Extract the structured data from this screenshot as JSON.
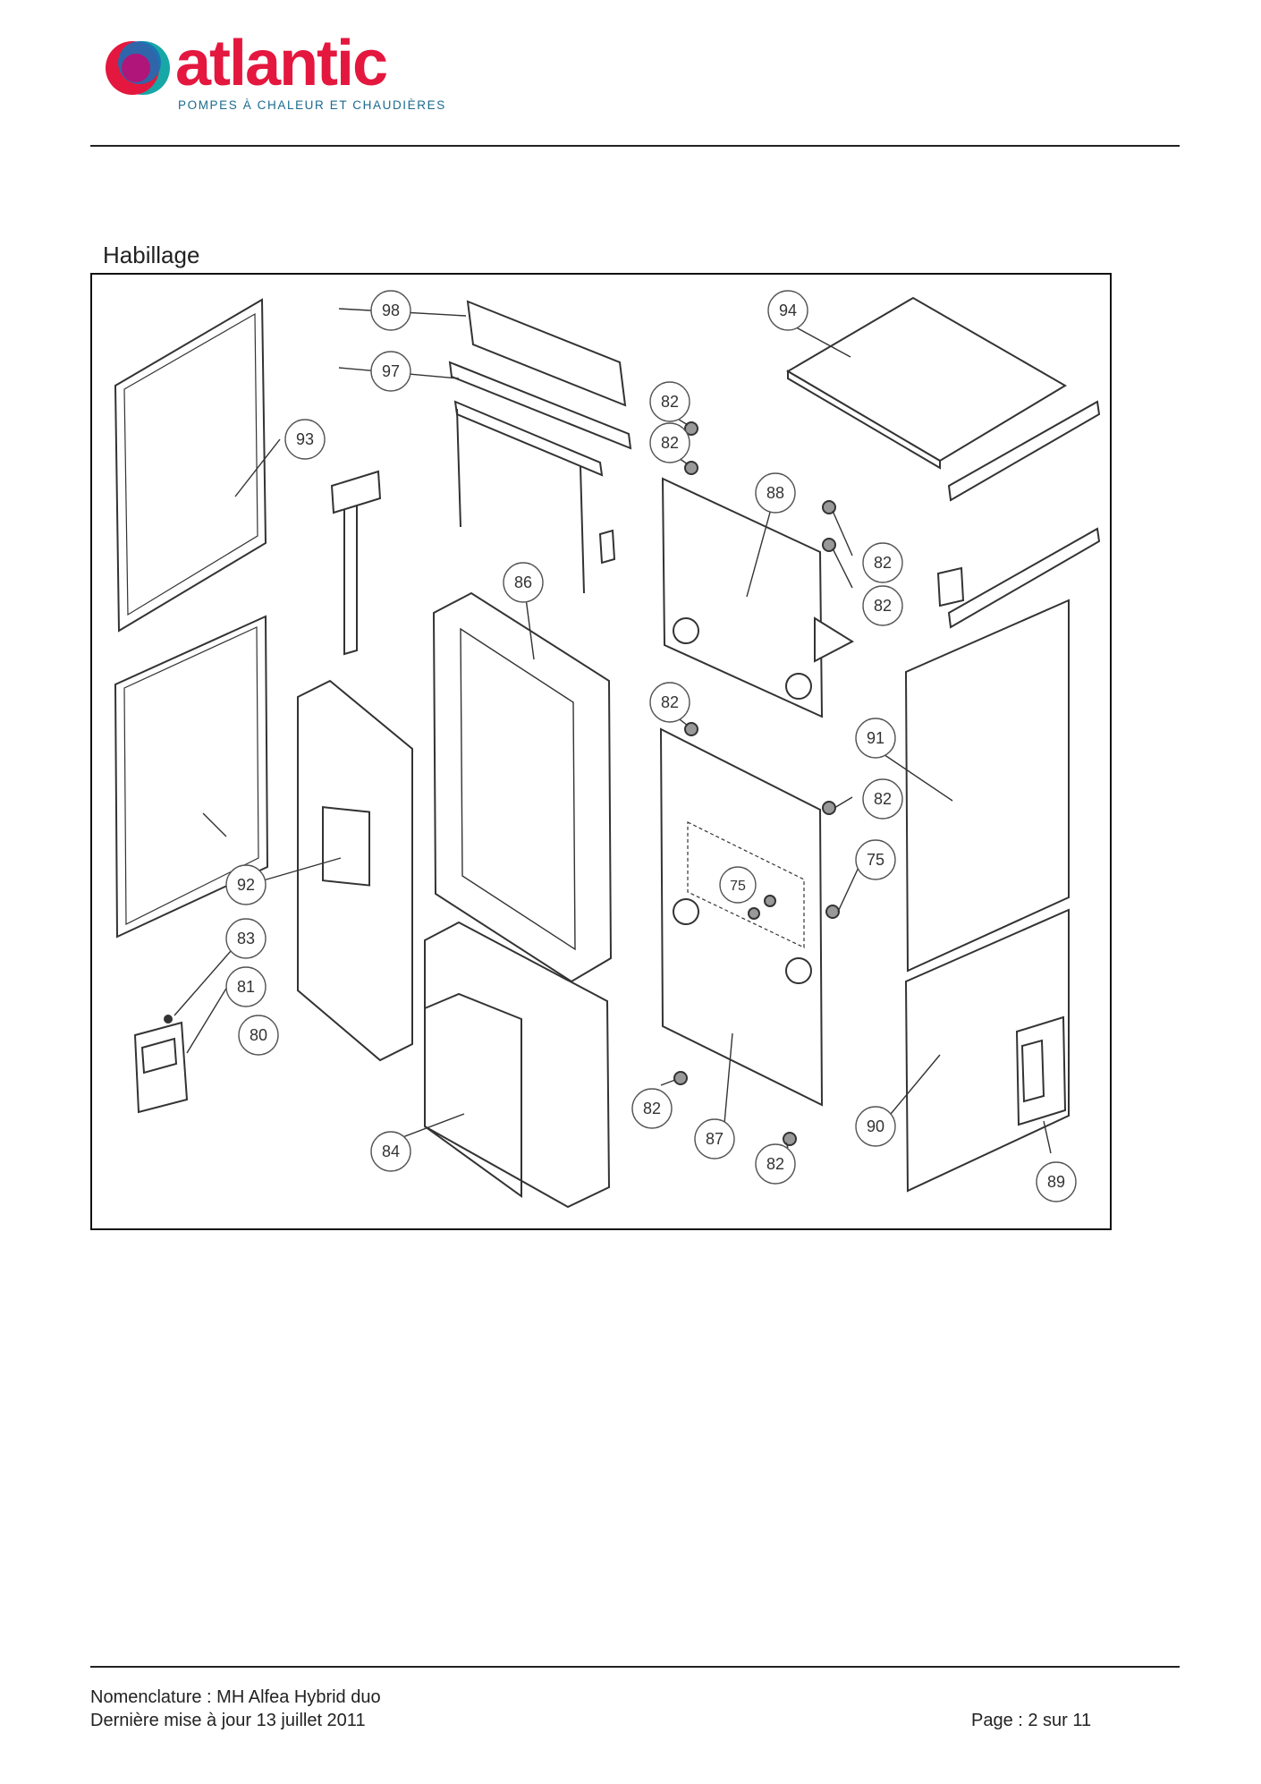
{
  "header": {
    "brand": "atlantic",
    "tagline": "POMPES À CHALEUR ET CHAUDIÈRES"
  },
  "section": {
    "title": "Habillage"
  },
  "callouts": {
    "c98": "98",
    "c97": "97",
    "c94": "94",
    "c93": "93",
    "c82a": "82",
    "c82b": "82",
    "c88": "88",
    "c82c": "82",
    "c82d": "82",
    "c86": "86",
    "c82e": "82",
    "c91": "91",
    "c82f": "82",
    "c75a": "75",
    "c75b": "75",
    "c92": "92",
    "c83": "83",
    "c81": "81",
    "c80": "80",
    "c82g": "82",
    "c87": "87",
    "c90": "90",
    "c84": "84",
    "c82h": "82",
    "c89": "89"
  },
  "footer": {
    "nomenclature": "Nomenclature : MH Alfea Hybrid duo",
    "updated": "Dernière mise à jour 13 juillet 2011",
    "page": "Page : 2 sur 11"
  },
  "colors": {
    "brand_red": "#e4173e",
    "tagline_blue": "#1a6a8e",
    "logo_magenta": "#b0157a",
    "logo_blue": "#1b6fb5",
    "logo_teal": "#17a7a6"
  }
}
